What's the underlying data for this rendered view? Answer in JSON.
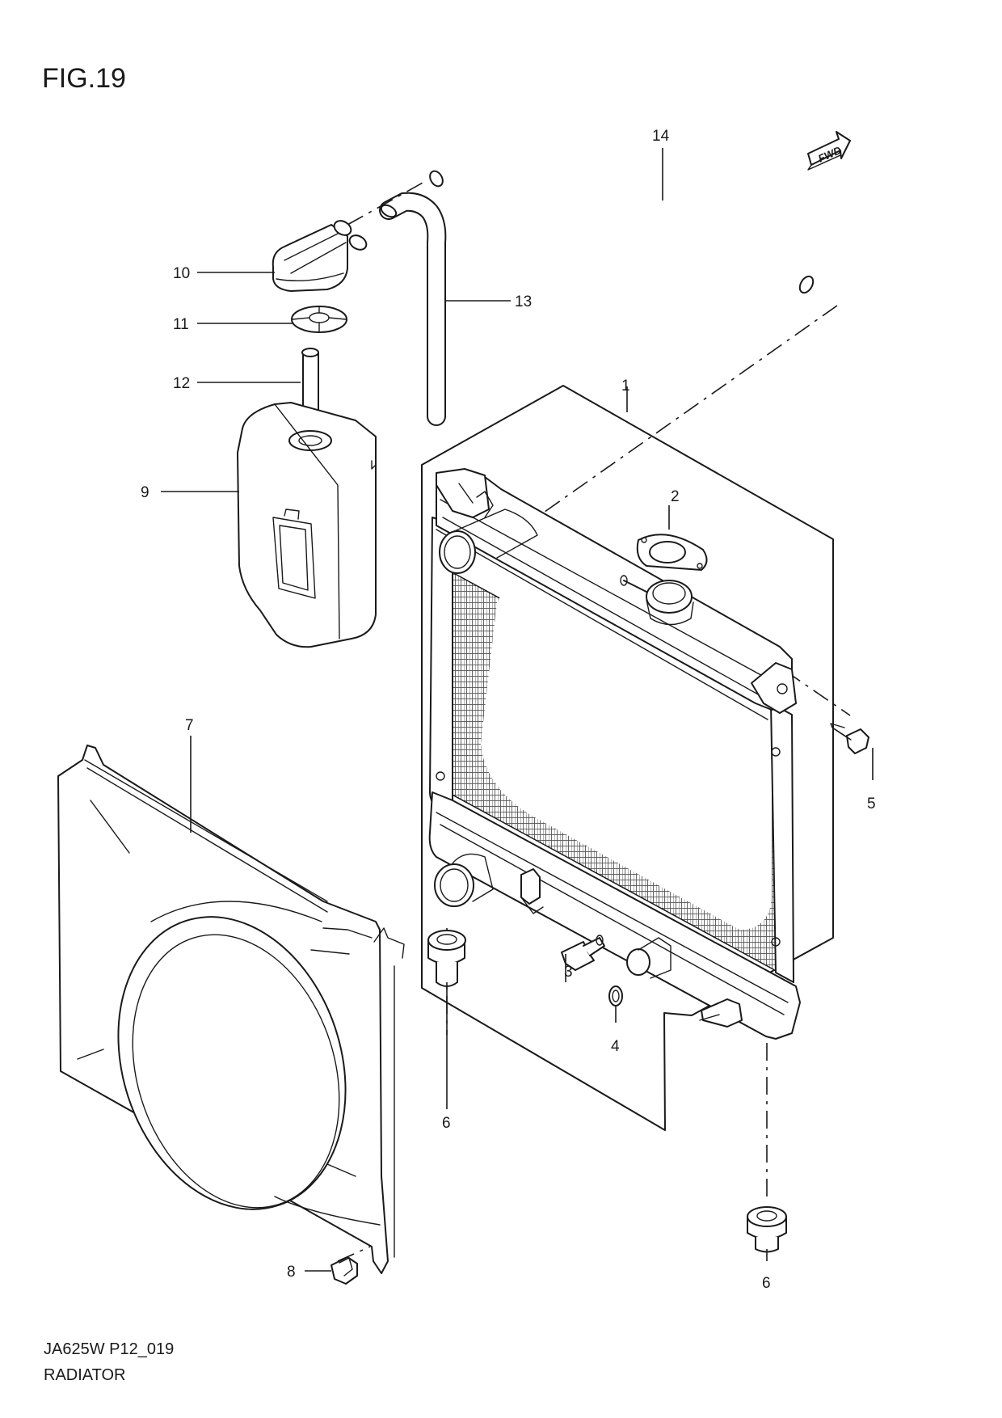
{
  "figure": {
    "title": "FIG.19"
  },
  "footer": {
    "code": "JA625W P12_019",
    "name": "RADIATOR"
  },
  "direction_badge": {
    "text": "FWD"
  },
  "callouts": [
    {
      "id": "1",
      "label": "1"
    },
    {
      "id": "2",
      "label": "2"
    },
    {
      "id": "3",
      "label": "3"
    },
    {
      "id": "4",
      "label": "4"
    },
    {
      "id": "5",
      "label": "5"
    },
    {
      "id": "6a",
      "label": "6"
    },
    {
      "id": "6b",
      "label": "6"
    },
    {
      "id": "7",
      "label": "7"
    },
    {
      "id": "8",
      "label": "8"
    },
    {
      "id": "9",
      "label": "9"
    },
    {
      "id": "10",
      "label": "10"
    },
    {
      "id": "11",
      "label": "11"
    },
    {
      "id": "12",
      "label": "12"
    },
    {
      "id": "13",
      "label": "13"
    },
    {
      "id": "14",
      "label": "14"
    }
  ]
}
